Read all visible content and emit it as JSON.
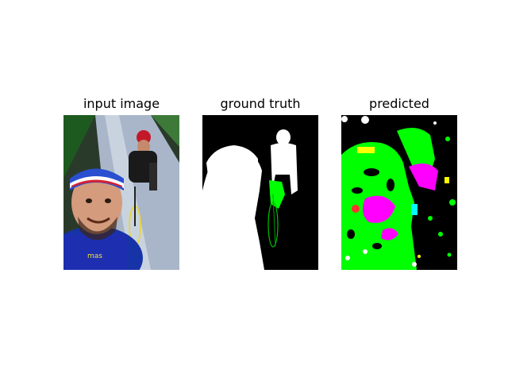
{
  "figure": {
    "panels": [
      {
        "title": "input image"
      },
      {
        "title": "ground truth"
      },
      {
        "title": "predicted"
      }
    ]
  },
  "colors": {
    "background": "#000000",
    "mask_person": "#ffffff",
    "class_green": "#00ff00",
    "class_magenta": "#ff00ff",
    "class_yellow": "#ffff00",
    "class_cyan": "#00ffff",
    "class_red": "#ff0000"
  }
}
